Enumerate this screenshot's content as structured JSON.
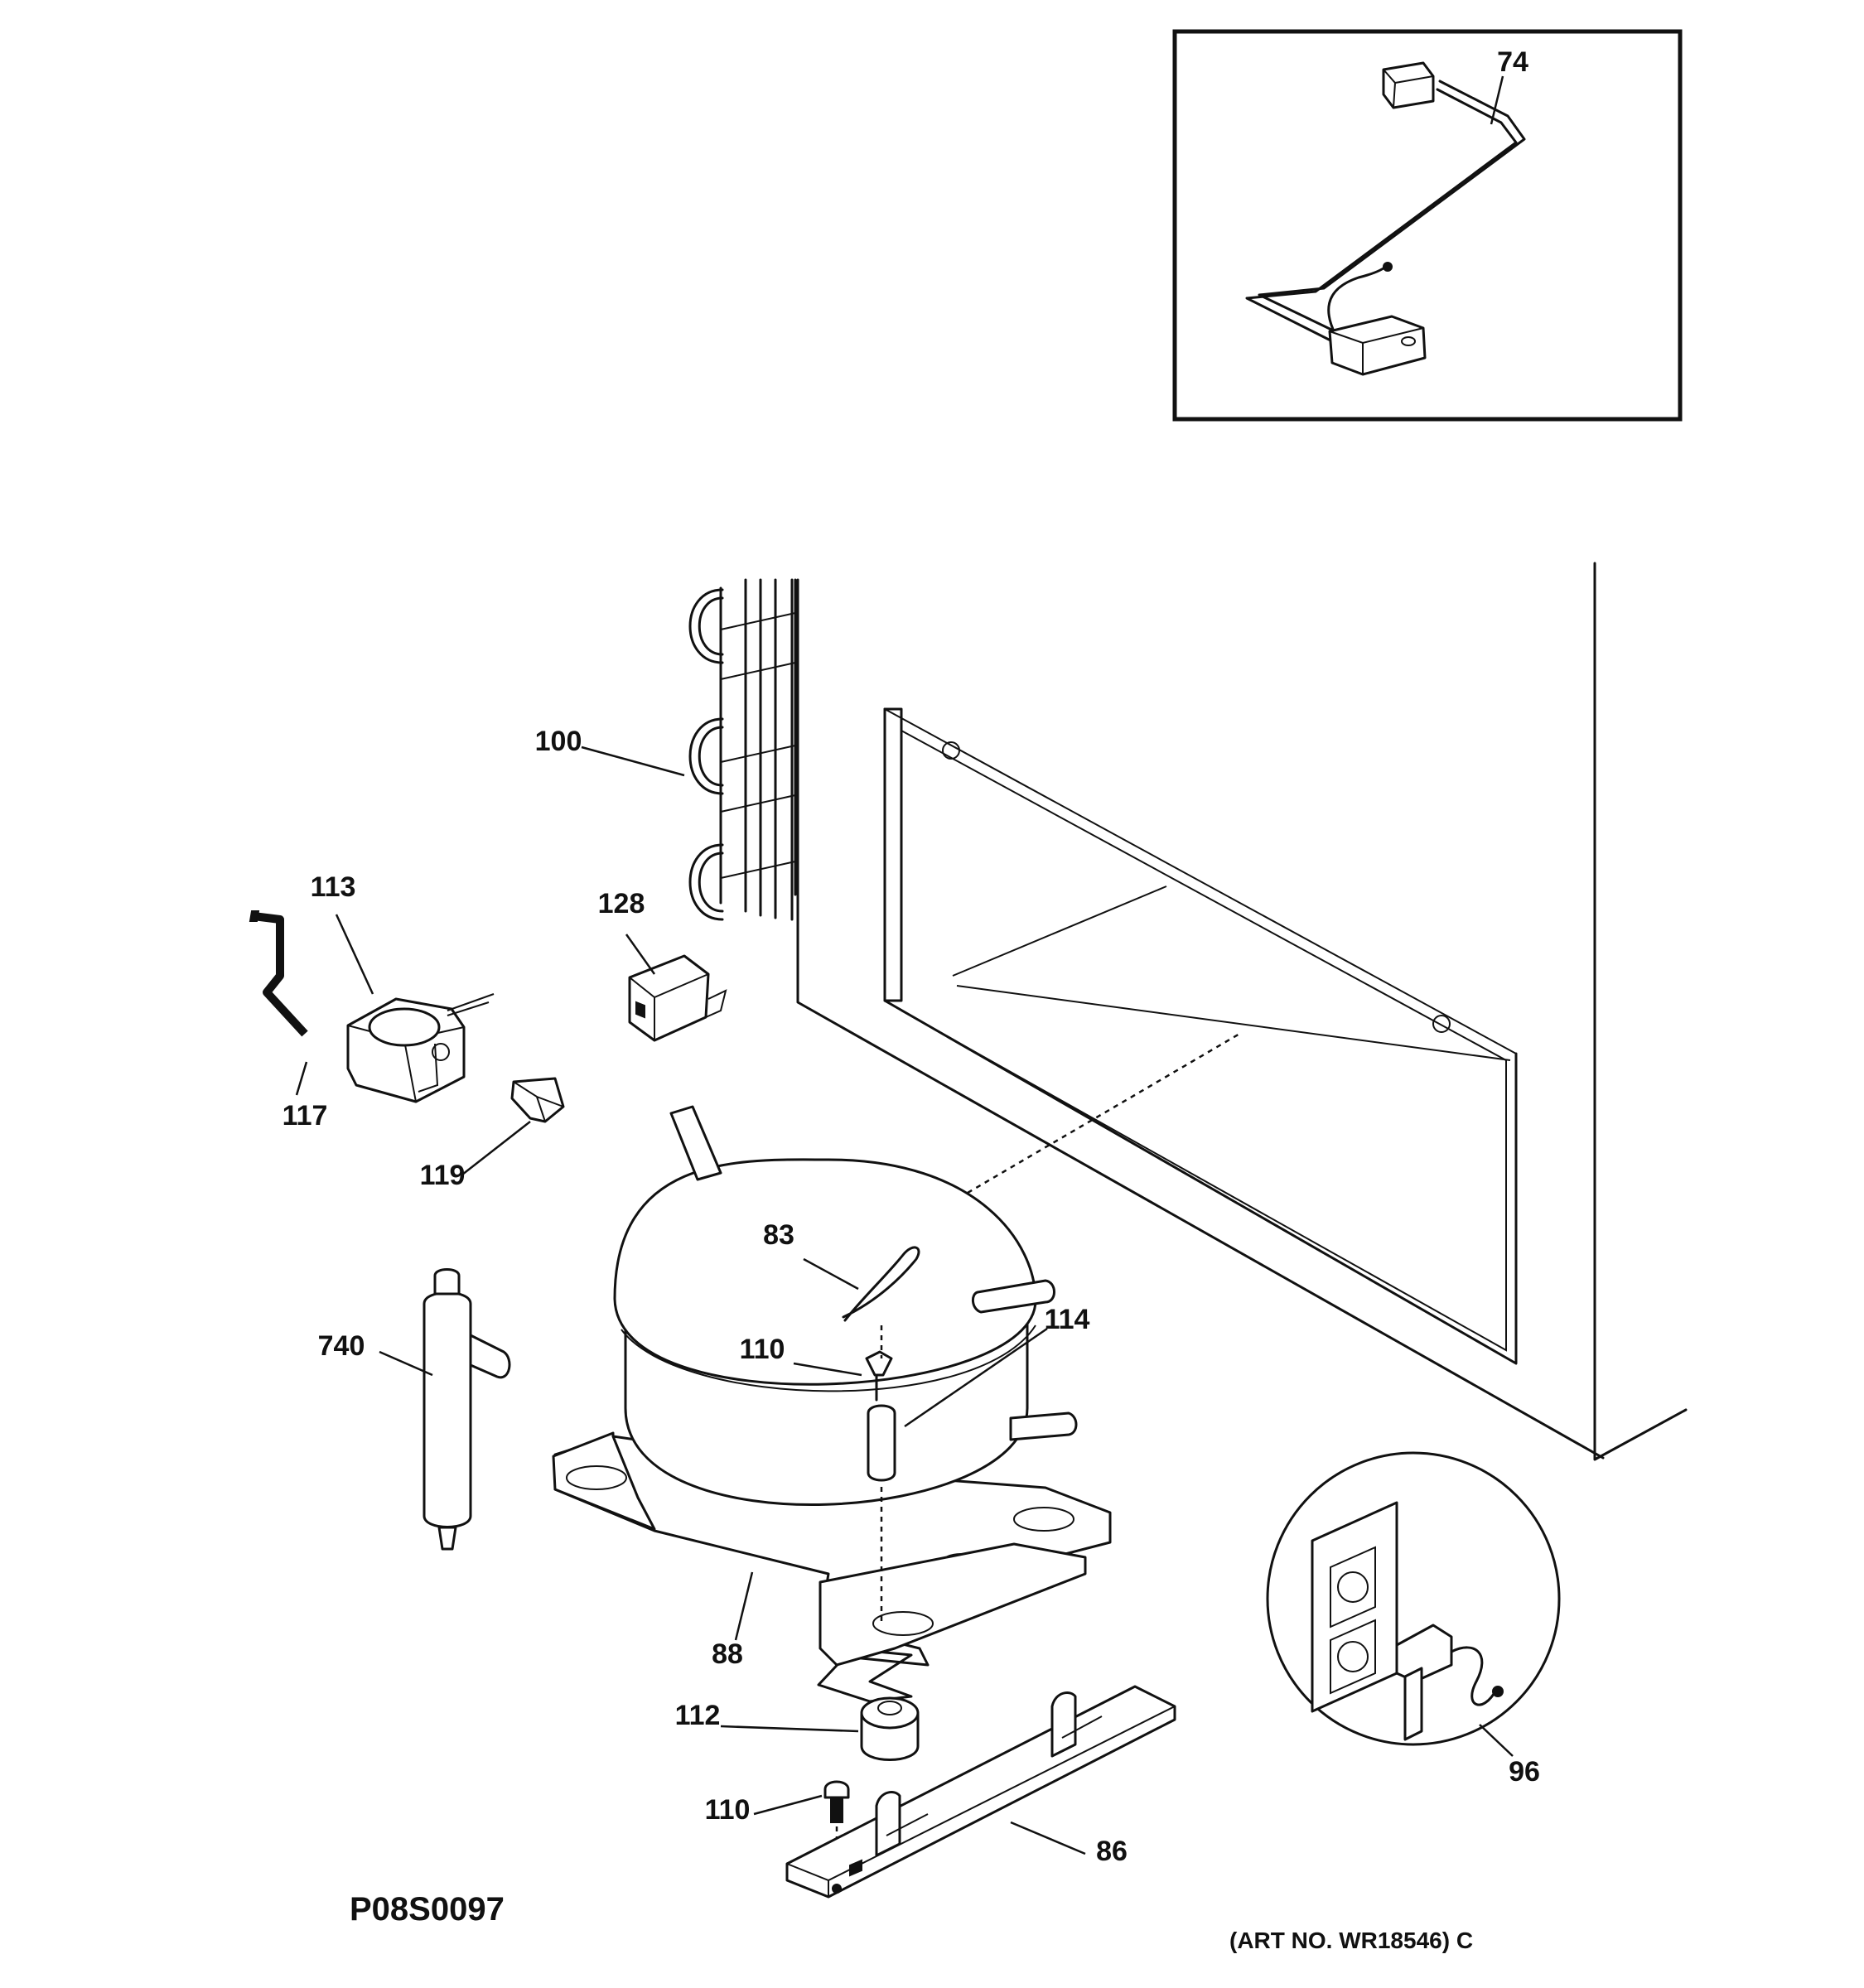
{
  "diagram": {
    "part_labels": {
      "p74": "74",
      "p100": "100",
      "p113": "113",
      "p128": "128",
      "p117": "117",
      "p119": "119",
      "p83": "83",
      "p740": "740",
      "p110a": "110",
      "p114": "114",
      "p88": "88",
      "p112": "112",
      "p110b": "110",
      "p86": "86",
      "p96": "96"
    },
    "drawing_code": "P08S0097",
    "art_number": "(ART NO. WR18546) C"
  }
}
